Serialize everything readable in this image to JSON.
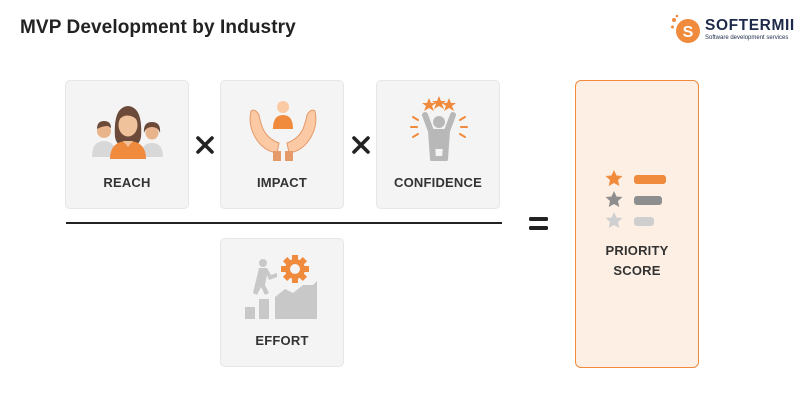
{
  "title": "MVP Development by Industry",
  "logo": {
    "name": "SOFTERMII",
    "tagline": "Software development services",
    "letter": "S"
  },
  "factors": {
    "reach": {
      "label": "REACH",
      "icon": "people-icon"
    },
    "impact": {
      "label": "IMPACT",
      "icon": "hands-person-icon"
    },
    "confidence": {
      "label": "CONFIDENCE",
      "icon": "cheering-stars-icon"
    },
    "effort": {
      "label": "EFFORT",
      "icon": "climb-gear-icon"
    }
  },
  "result": {
    "line1": "PRIORITY",
    "line2": "SCORE",
    "icon": "ranked-stars-icon"
  },
  "colors": {
    "accent": "#f08a3c",
    "card_bg": "#f4f4f4",
    "score_bg": "#fdefe4",
    "text": "#333333"
  }
}
